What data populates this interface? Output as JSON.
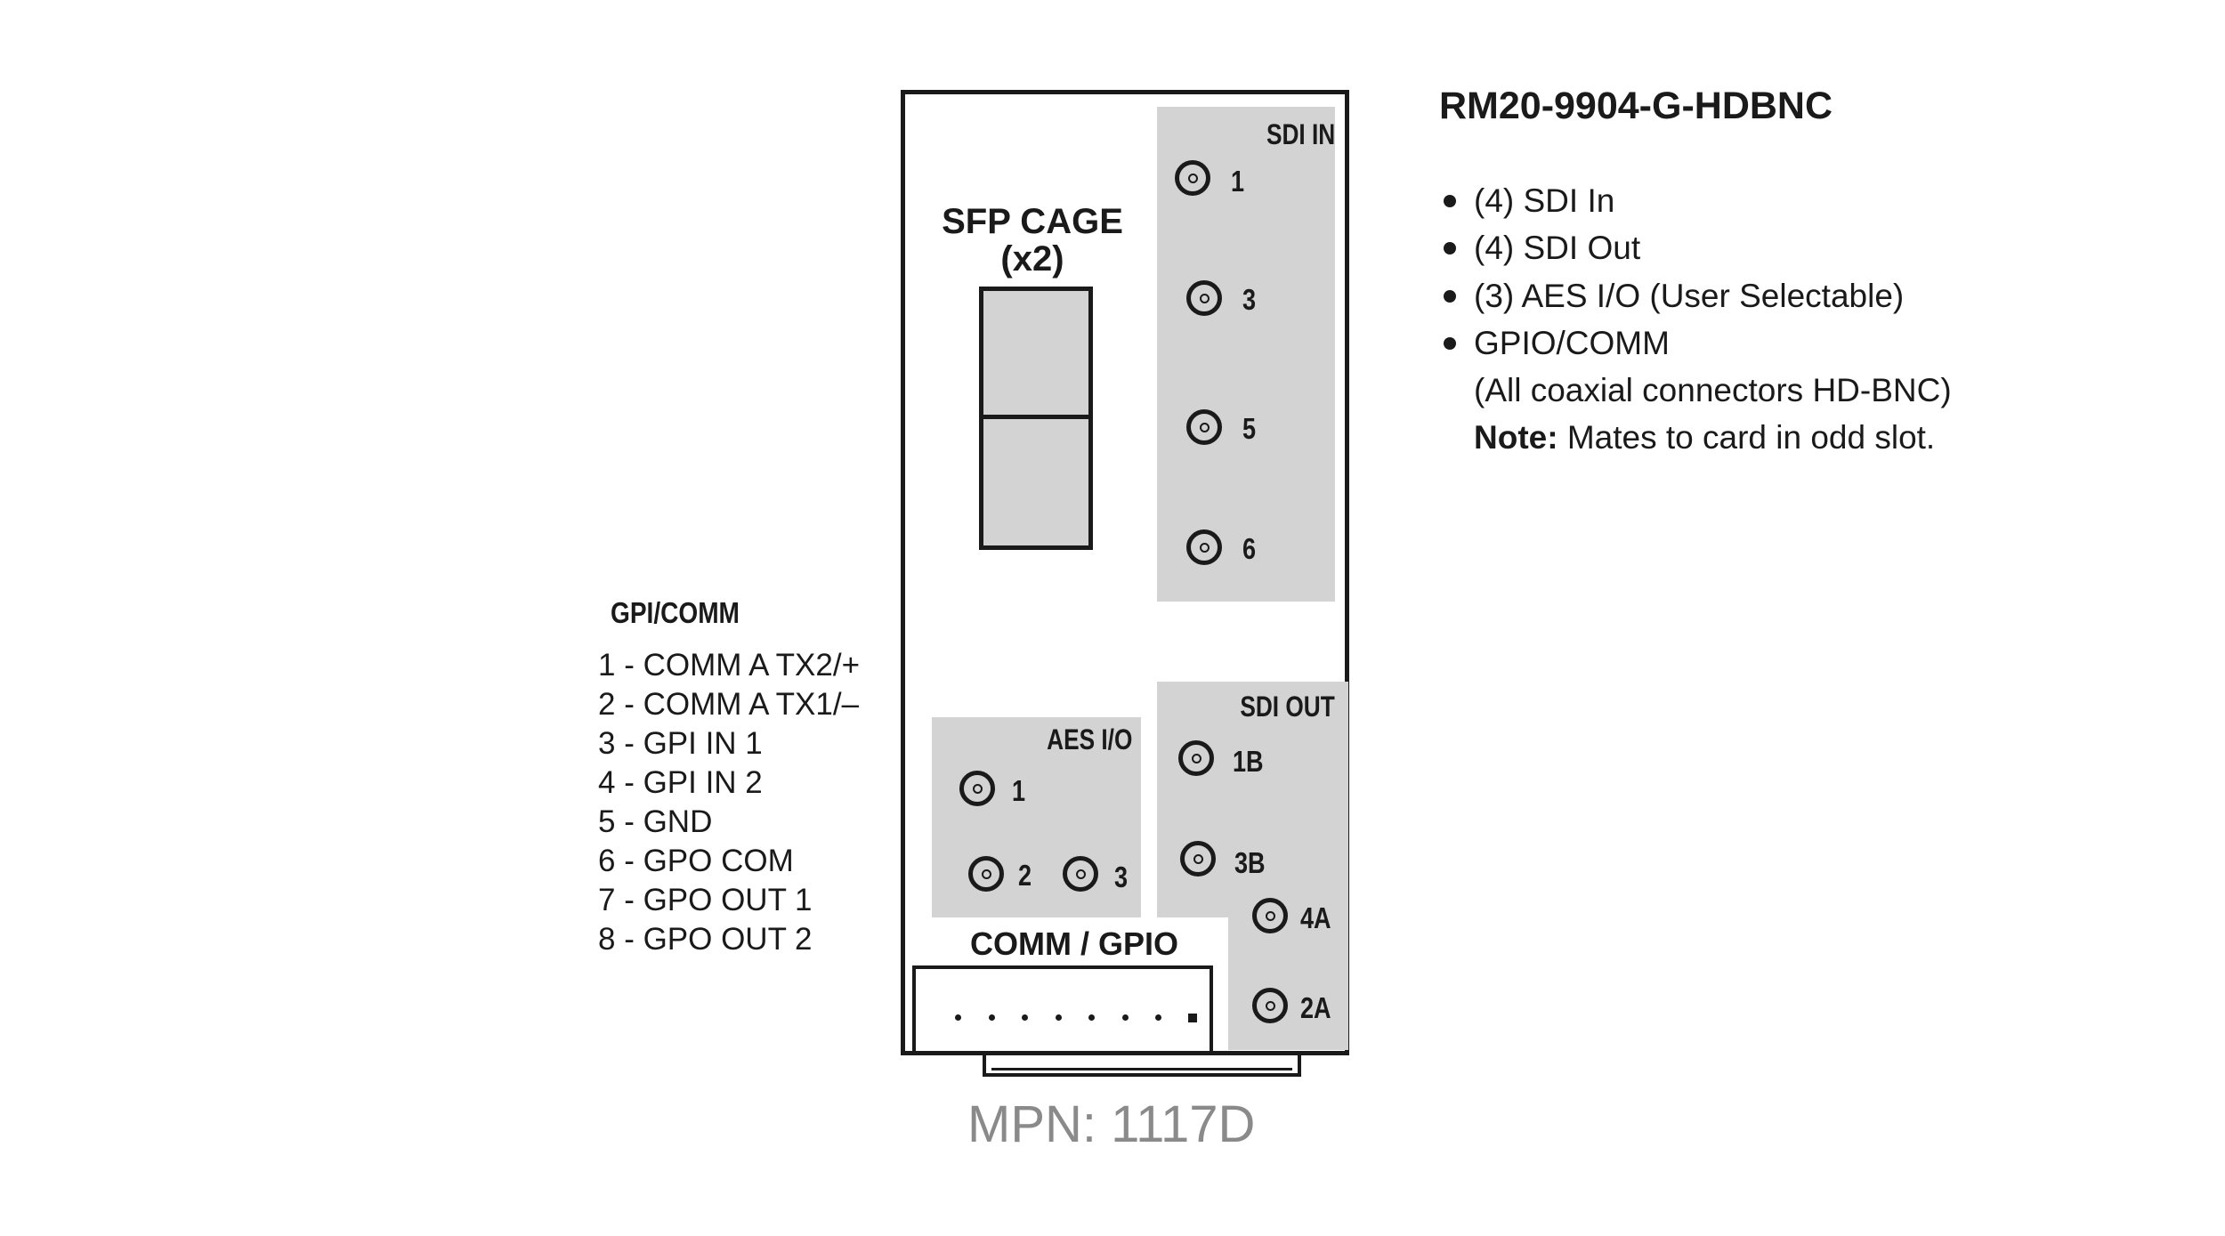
{
  "product": {
    "model": "RM20-9904-G-HDBNC",
    "features": [
      "(4) SDI In",
      "(4) SDI Out",
      "(3) AES I/O (User Selectable)",
      "GPIO/COMM"
    ],
    "notes": [
      "(All coaxial connectors HD-BNC)"
    ],
    "note_label": "Note:",
    "note_text": " Mates to card in odd slot."
  },
  "card": {
    "sfp_label_line1": "SFP CAGE",
    "sfp_label_line2": "(x2)",
    "sdi_in": {
      "title": "SDI IN",
      "connectors": [
        "1",
        "3",
        "5",
        "6"
      ]
    },
    "sdi_out": {
      "title": "SDI OUT",
      "connectors": [
        "1B",
        "3B",
        "4A",
        "2A"
      ]
    },
    "aes": {
      "title": "AES I/O",
      "connectors": [
        "1",
        "2",
        "3"
      ]
    },
    "comm_gpio": {
      "title": "COMM / GPIO",
      "pin_count": 8
    }
  },
  "gpi": {
    "title": "GPI/COMM",
    "pins": [
      "1 - COMM A TX2/+",
      "2 - COMM A TX1/–",
      "3 - GPI IN 1",
      "4 - GPI IN 2",
      "5 - GND",
      "6 - GPO COM",
      "7 - GPO OUT 1",
      "8 - GPO OUT 2"
    ]
  },
  "mpn": "MPN: 1117D"
}
